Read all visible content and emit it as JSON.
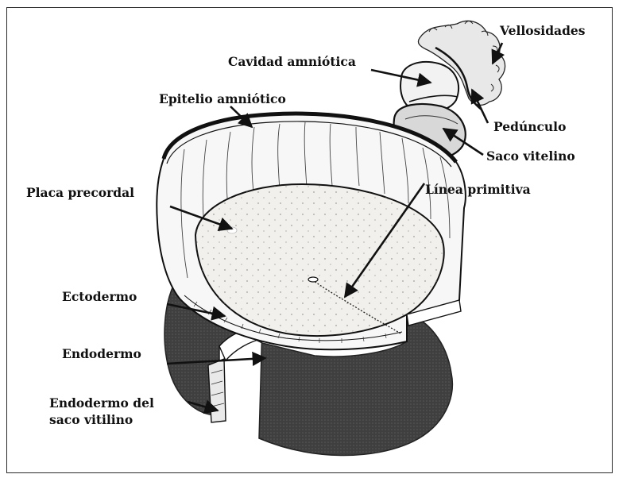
{
  "labels": {
    "vellosidades": "Vellosidades",
    "cavidad_amniotica": "Cavidad amniótica",
    "epitelio_amniotico": "Epitelio amniótico",
    "peduncullo": "Pedúnculo",
    "saco_vitelino": "Saco vitelino",
    "placa_precordal": "Placa precordal",
    "linea_primitiva": "Línea primitiva",
    "ectodermo": "Ectodermo",
    "endodermo": "Endodermo",
    "endodermo_saco_line1": "Endodermo del",
    "endodermo_saco_line2": "saco vitilino"
  },
  "colors": {
    "ink": "#111111",
    "dark_mass": "#4a4a4a",
    "disc": "#f3f2ee"
  }
}
